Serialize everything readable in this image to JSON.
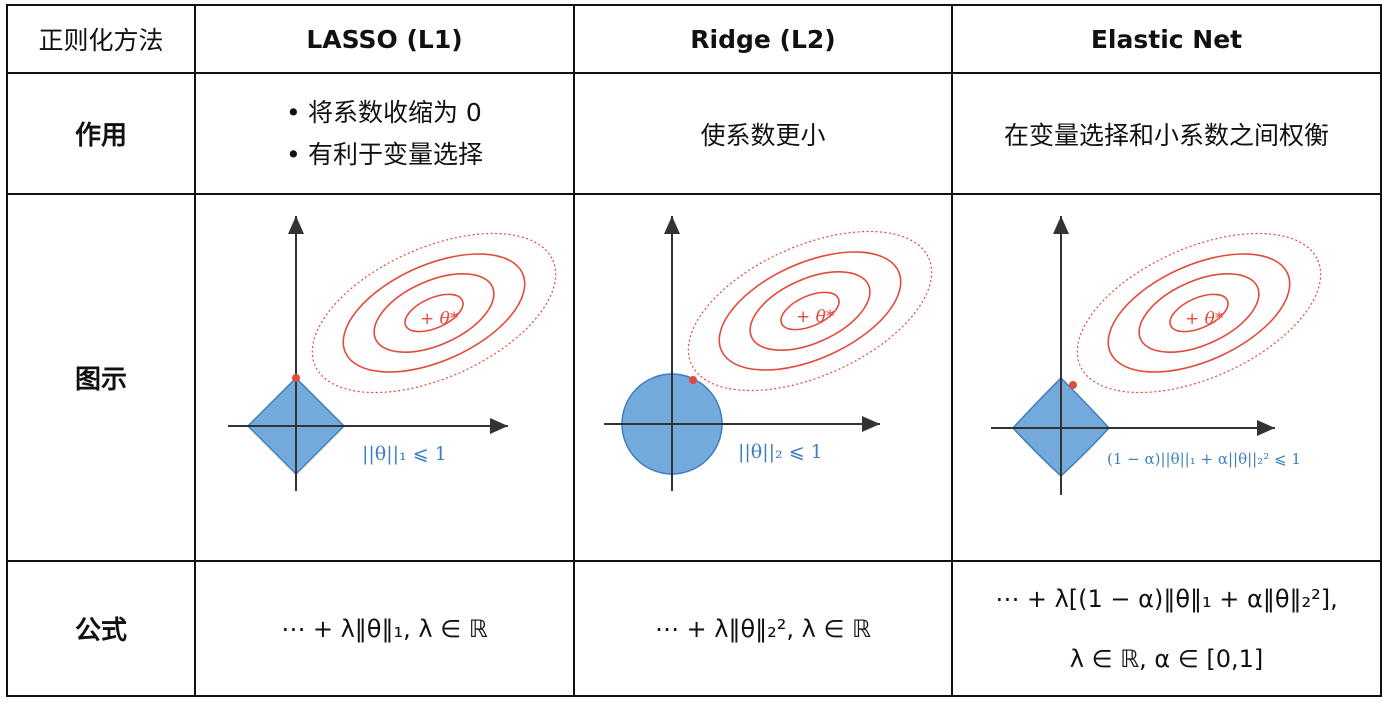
{
  "header": {
    "method": "正则化方法",
    "lasso": "LASSO (L1)",
    "ridge": "Ridge (L2)",
    "elastic": "Elastic Net"
  },
  "rows": {
    "effect": {
      "label": "作用",
      "lasso": [
        "将系数收缩为 0",
        "有利于变量选择"
      ],
      "ridge": "使系数更小",
      "elastic": "在变量选择和小系数之间权衡"
    },
    "illustration": {
      "label": "图示",
      "lasso_caption": "||θ||₁ ⩽ 1",
      "ridge_caption": "||θ||₂ ⩽ 1",
      "elastic_caption": "(1 − α)||θ||₁ + α||θ||₂² ⩽ 1",
      "optimum_label": "+ θ*"
    },
    "formula": {
      "label": "公式",
      "lasso": "⋯ + λ‖θ‖₁,  λ ∈ ℝ",
      "ridge": "⋯ + λ‖θ‖₂²,  λ ∈ ℝ",
      "elastic_line1": "⋯ + λ[(1 − α)‖θ‖₁ + α‖θ‖₂²],",
      "elastic_line2": "λ ∈ ℝ, α ∈ [0,1]"
    }
  },
  "colors": {
    "contour": "#e24a3b",
    "region": "#5b9bd5",
    "region_edge": "#3d7fc0",
    "axis": "#333333"
  },
  "icons": {
    "bullet": "•"
  }
}
